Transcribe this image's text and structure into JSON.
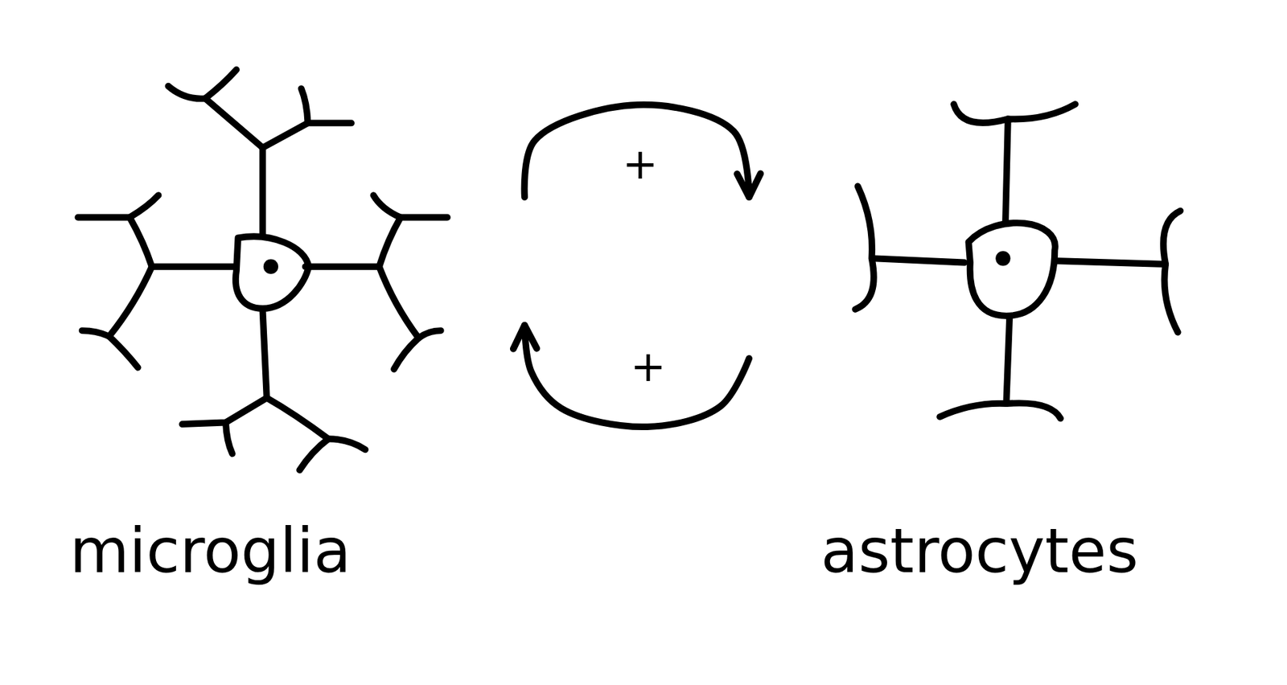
{
  "diagram": {
    "nodes": [
      {
        "text": [
          "microglia"
        ]
      },
      {
        "text": [
          "astrocytes"
        ]
      }
    ],
    "edges": [
      {
        "from": 0,
        "to": 1,
        "arrow": "to",
        "label": "+"
      },
      {
        "from": 1,
        "to": 0,
        "arrow": "to",
        "label": "+"
      }
    ]
  }
}
